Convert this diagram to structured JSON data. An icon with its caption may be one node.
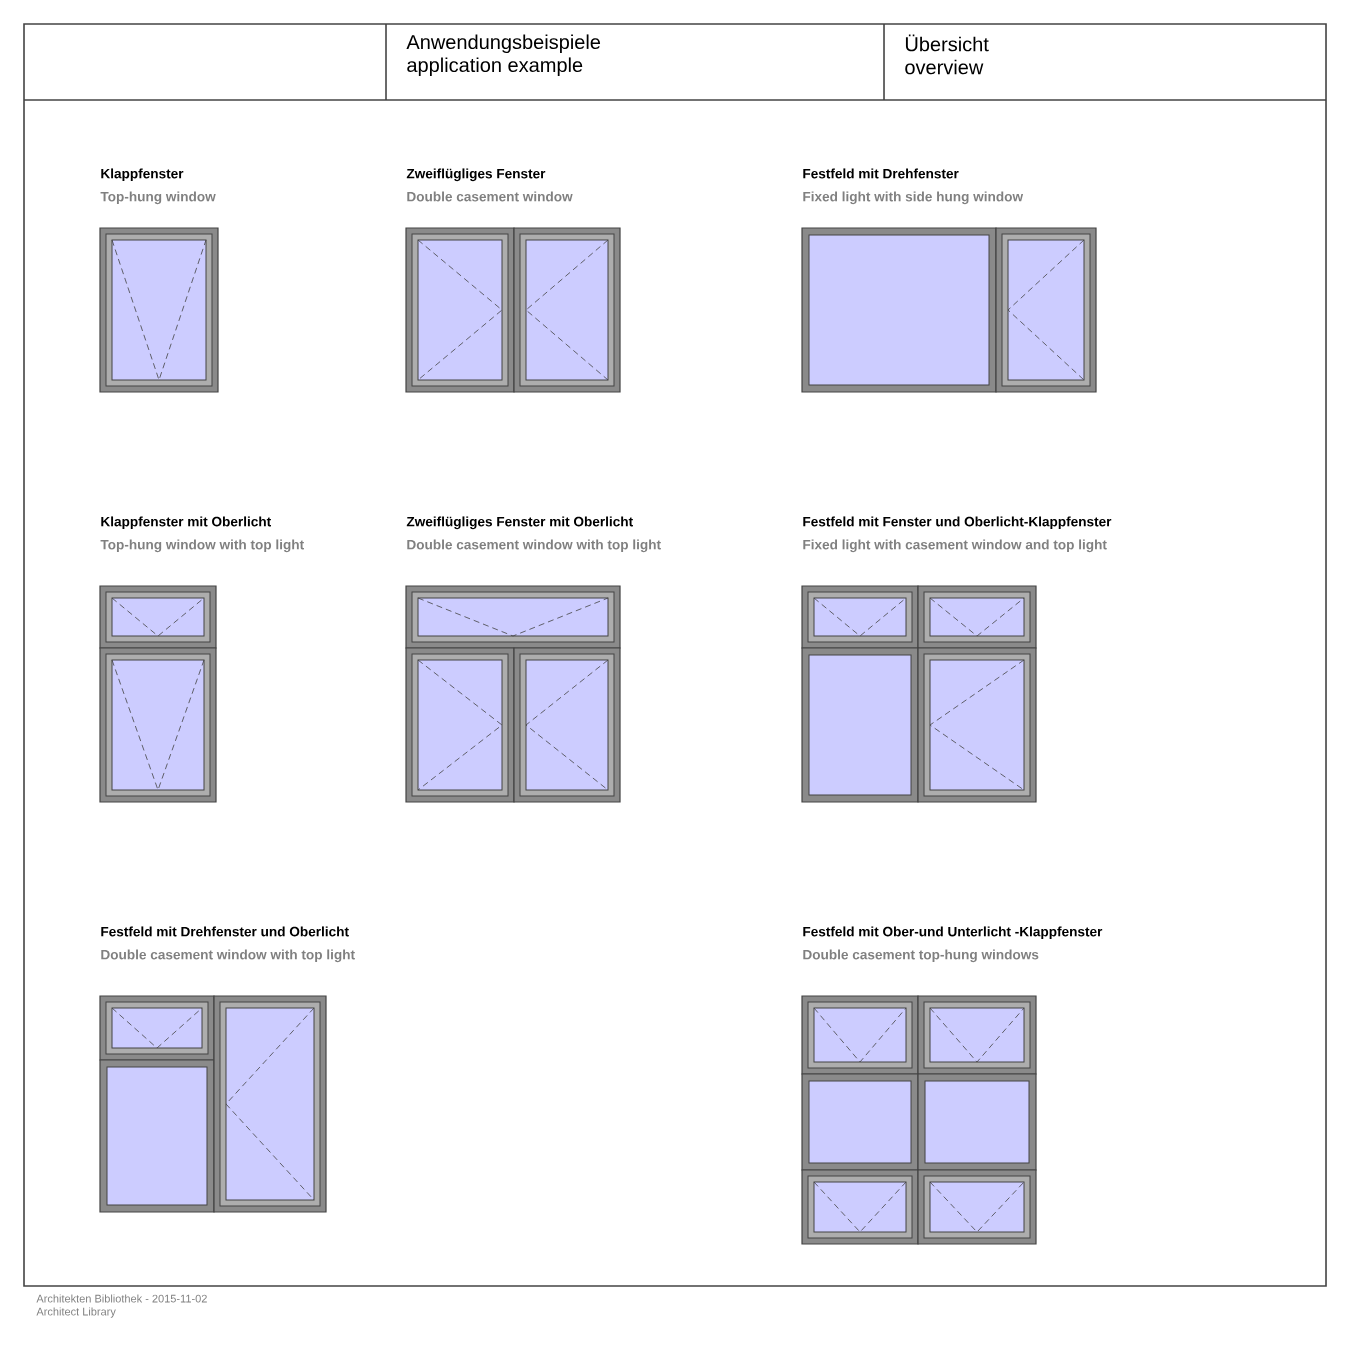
{
  "diagram": {
    "nodes": [
      {
        "text": [
          "Klappfenster",
          "Top-hung window"
        ]
      },
      {
        "text": [
          "Zweiflügliges Fenster",
          "Double casement window"
        ]
      },
      {
        "text": [
          "Festfeld mit Drehfenster",
          "Fixed light with side hung window"
        ]
      },
      {
        "text": [
          "Klappfenster mit Oberlicht",
          "Top-hung window with top light"
        ]
      },
      {
        "text": [
          "Zweiflügliges Fenster mit Oberlicht",
          "Double casement window with top light"
        ]
      },
      {
        "text": [
          "Festfeld mit Fenster und Oberlicht-Klappfenster",
          "Fixed light with casement window and top light"
        ]
      },
      {
        "text": [
          "Festfeld mit Drehfenster und Oberlicht",
          "Double casement window with top light"
        ]
      },
      {
        "text": [
          "Festfeld mit Ober-und Unterlicht -Klappfenster",
          "Double casement top-hung windows"
        ]
      }
    ],
    "labels": [
      "Anwendungsbeispiele",
      "application example",
      "Übersicht",
      "overview",
      "Architekten Bibliothek - 2015-11-02",
      "Architect Library"
    ]
  }
}
